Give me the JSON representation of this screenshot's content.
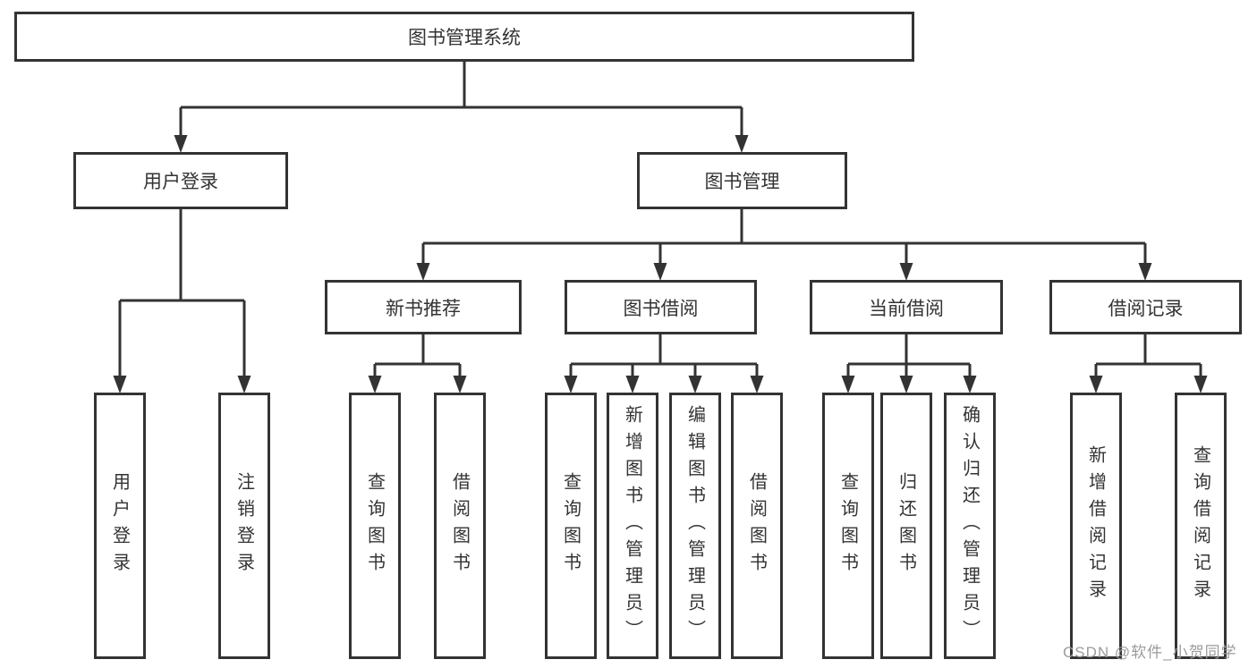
{
  "colors": {
    "line": "#333333",
    "text": "#333333",
    "watermark": "#9b9b9b",
    "background": "#ffffff"
  },
  "watermark": {
    "text": "CSDN @软件_小贺同学"
  },
  "chart_type": "tree-diagram",
  "tree": {
    "label": "图书管理系统",
    "children": [
      {
        "label": "用户登录",
        "children": [
          {
            "label": "用户登录"
          },
          {
            "label": "注销登录"
          }
        ]
      },
      {
        "label": "图书管理",
        "children": [
          {
            "label": "新书推荐",
            "children": [
              {
                "label": "查询图书"
              },
              {
                "label": "借阅图书"
              }
            ]
          },
          {
            "label": "图书借阅",
            "children": [
              {
                "label": "查询图书"
              },
              {
                "label": "新增图书（管理员）"
              },
              {
                "label": "编辑图书（管理员）"
              },
              {
                "label": "借阅图书"
              }
            ]
          },
          {
            "label": "当前借阅",
            "children": [
              {
                "label": "查询图书"
              },
              {
                "label": "归还图书"
              },
              {
                "label": "确认归还（管理员）"
              }
            ]
          },
          {
            "label": "借阅记录",
            "children": [
              {
                "label": "新增借阅记录"
              },
              {
                "label": "查询借阅记录"
              }
            ]
          }
        ]
      }
    ]
  }
}
